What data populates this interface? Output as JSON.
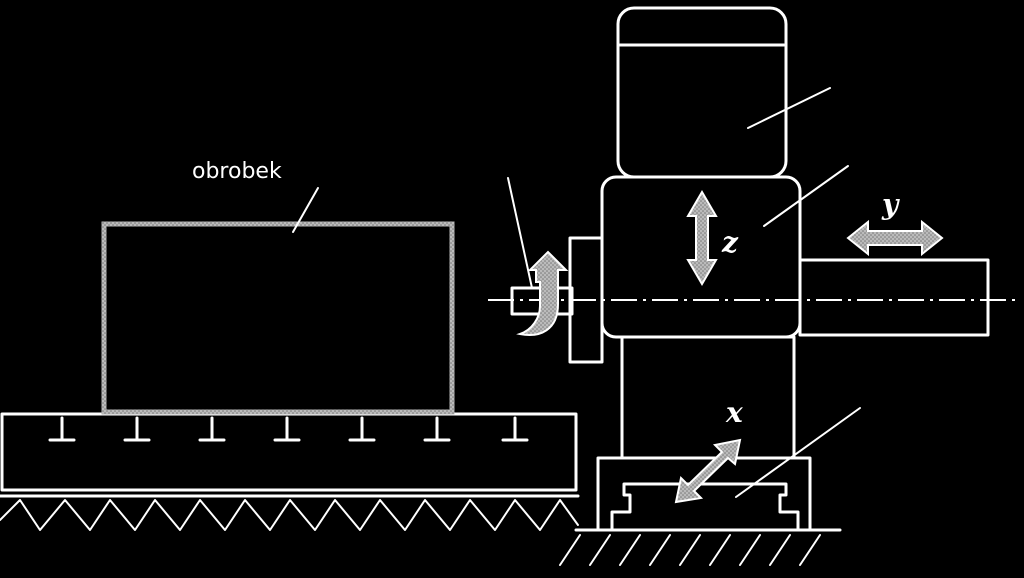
{
  "labels": {
    "workpiece": "obrobek",
    "axis_z": "z",
    "axis_y": "y",
    "axis_x": "x"
  },
  "colors": {
    "background": "#000000",
    "line": "#ffffff",
    "arrow_fill": "#bdbdbd"
  },
  "icons": {
    "arrow_z": "double-arrow-vertical-icon",
    "arrow_y": "double-arrow-horizontal-icon",
    "arrow_x": "double-arrow-diagonal-icon",
    "rotation": "rotation-arrow-icon"
  }
}
